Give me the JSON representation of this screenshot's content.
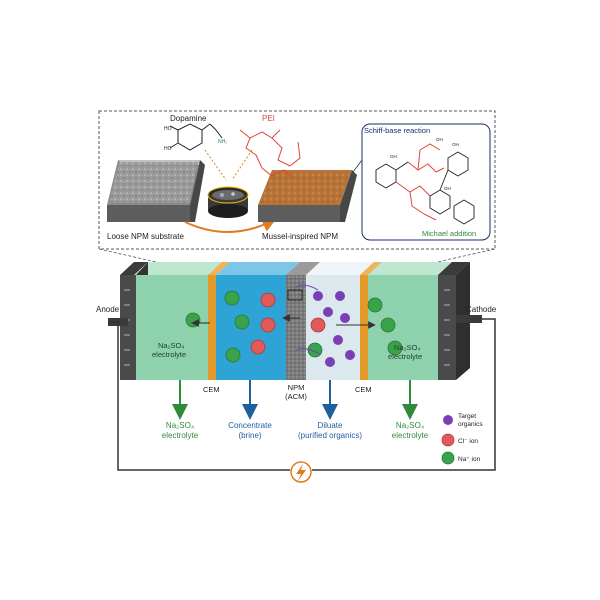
{
  "inset": {
    "dopamine_label": "Dopamine",
    "pei_label": "PEI",
    "schiff_label": "Schiff-base reaction",
    "michael_label": "Michael addition",
    "loose_substrate_label": "Loose NPM substrate",
    "mussel_npm_label": "Mussel-inspired NPM"
  },
  "cell": {
    "anode_label": "Anode",
    "cathode_label": "Cathode",
    "left_electrolyte_line1": "Na₂SO₄",
    "left_electrolyte_line2": "electrolyte",
    "right_electrolyte_line1": "Na₂SO₄",
    "right_electrolyte_line2": "electrolyte",
    "cem_left_label": "CEM",
    "cem_right_label": "CEM",
    "npm_label_line1": "NPM",
    "npm_label_line2": "(ACM)"
  },
  "outputs": {
    "out1_line1": "Na₂SO₄",
    "out1_line2": "electrolyte",
    "out2_line1": "Concentrate",
    "out2_line2": "(brine)",
    "out3_line1": "Diluate",
    "out3_line2": "(purified organics)",
    "out4_line1": "Na₂SO₄",
    "out4_line2": "electrolyte"
  },
  "legend": {
    "items": [
      {
        "label_line1": "Target",
        "label_line2": "organics",
        "color": "#7b3fb5"
      },
      {
        "label_line1": "Cl⁻ ion",
        "label_line2": "",
        "color": "#e05a5a"
      },
      {
        "label_line1": "Na⁺ ion",
        "label_line2": "",
        "color": "#3aa24a"
      }
    ]
  },
  "colors": {
    "electrolyte_green": "#8ed1ad",
    "concentrate_blue": "#2ea3d6",
    "diluate_light": "#dbe9ef",
    "cem_orange": "#e39a2a",
    "electrode_gray": "#5a5a5a",
    "npm_gray": "#6f6f6f",
    "organic_purple": "#7b3fb5",
    "chloride_red": "#e05a5a",
    "sodium_green": "#3aa24a",
    "power_orange": "#e07b22"
  },
  "icons": {
    "power": "lightning-power-icon"
  }
}
